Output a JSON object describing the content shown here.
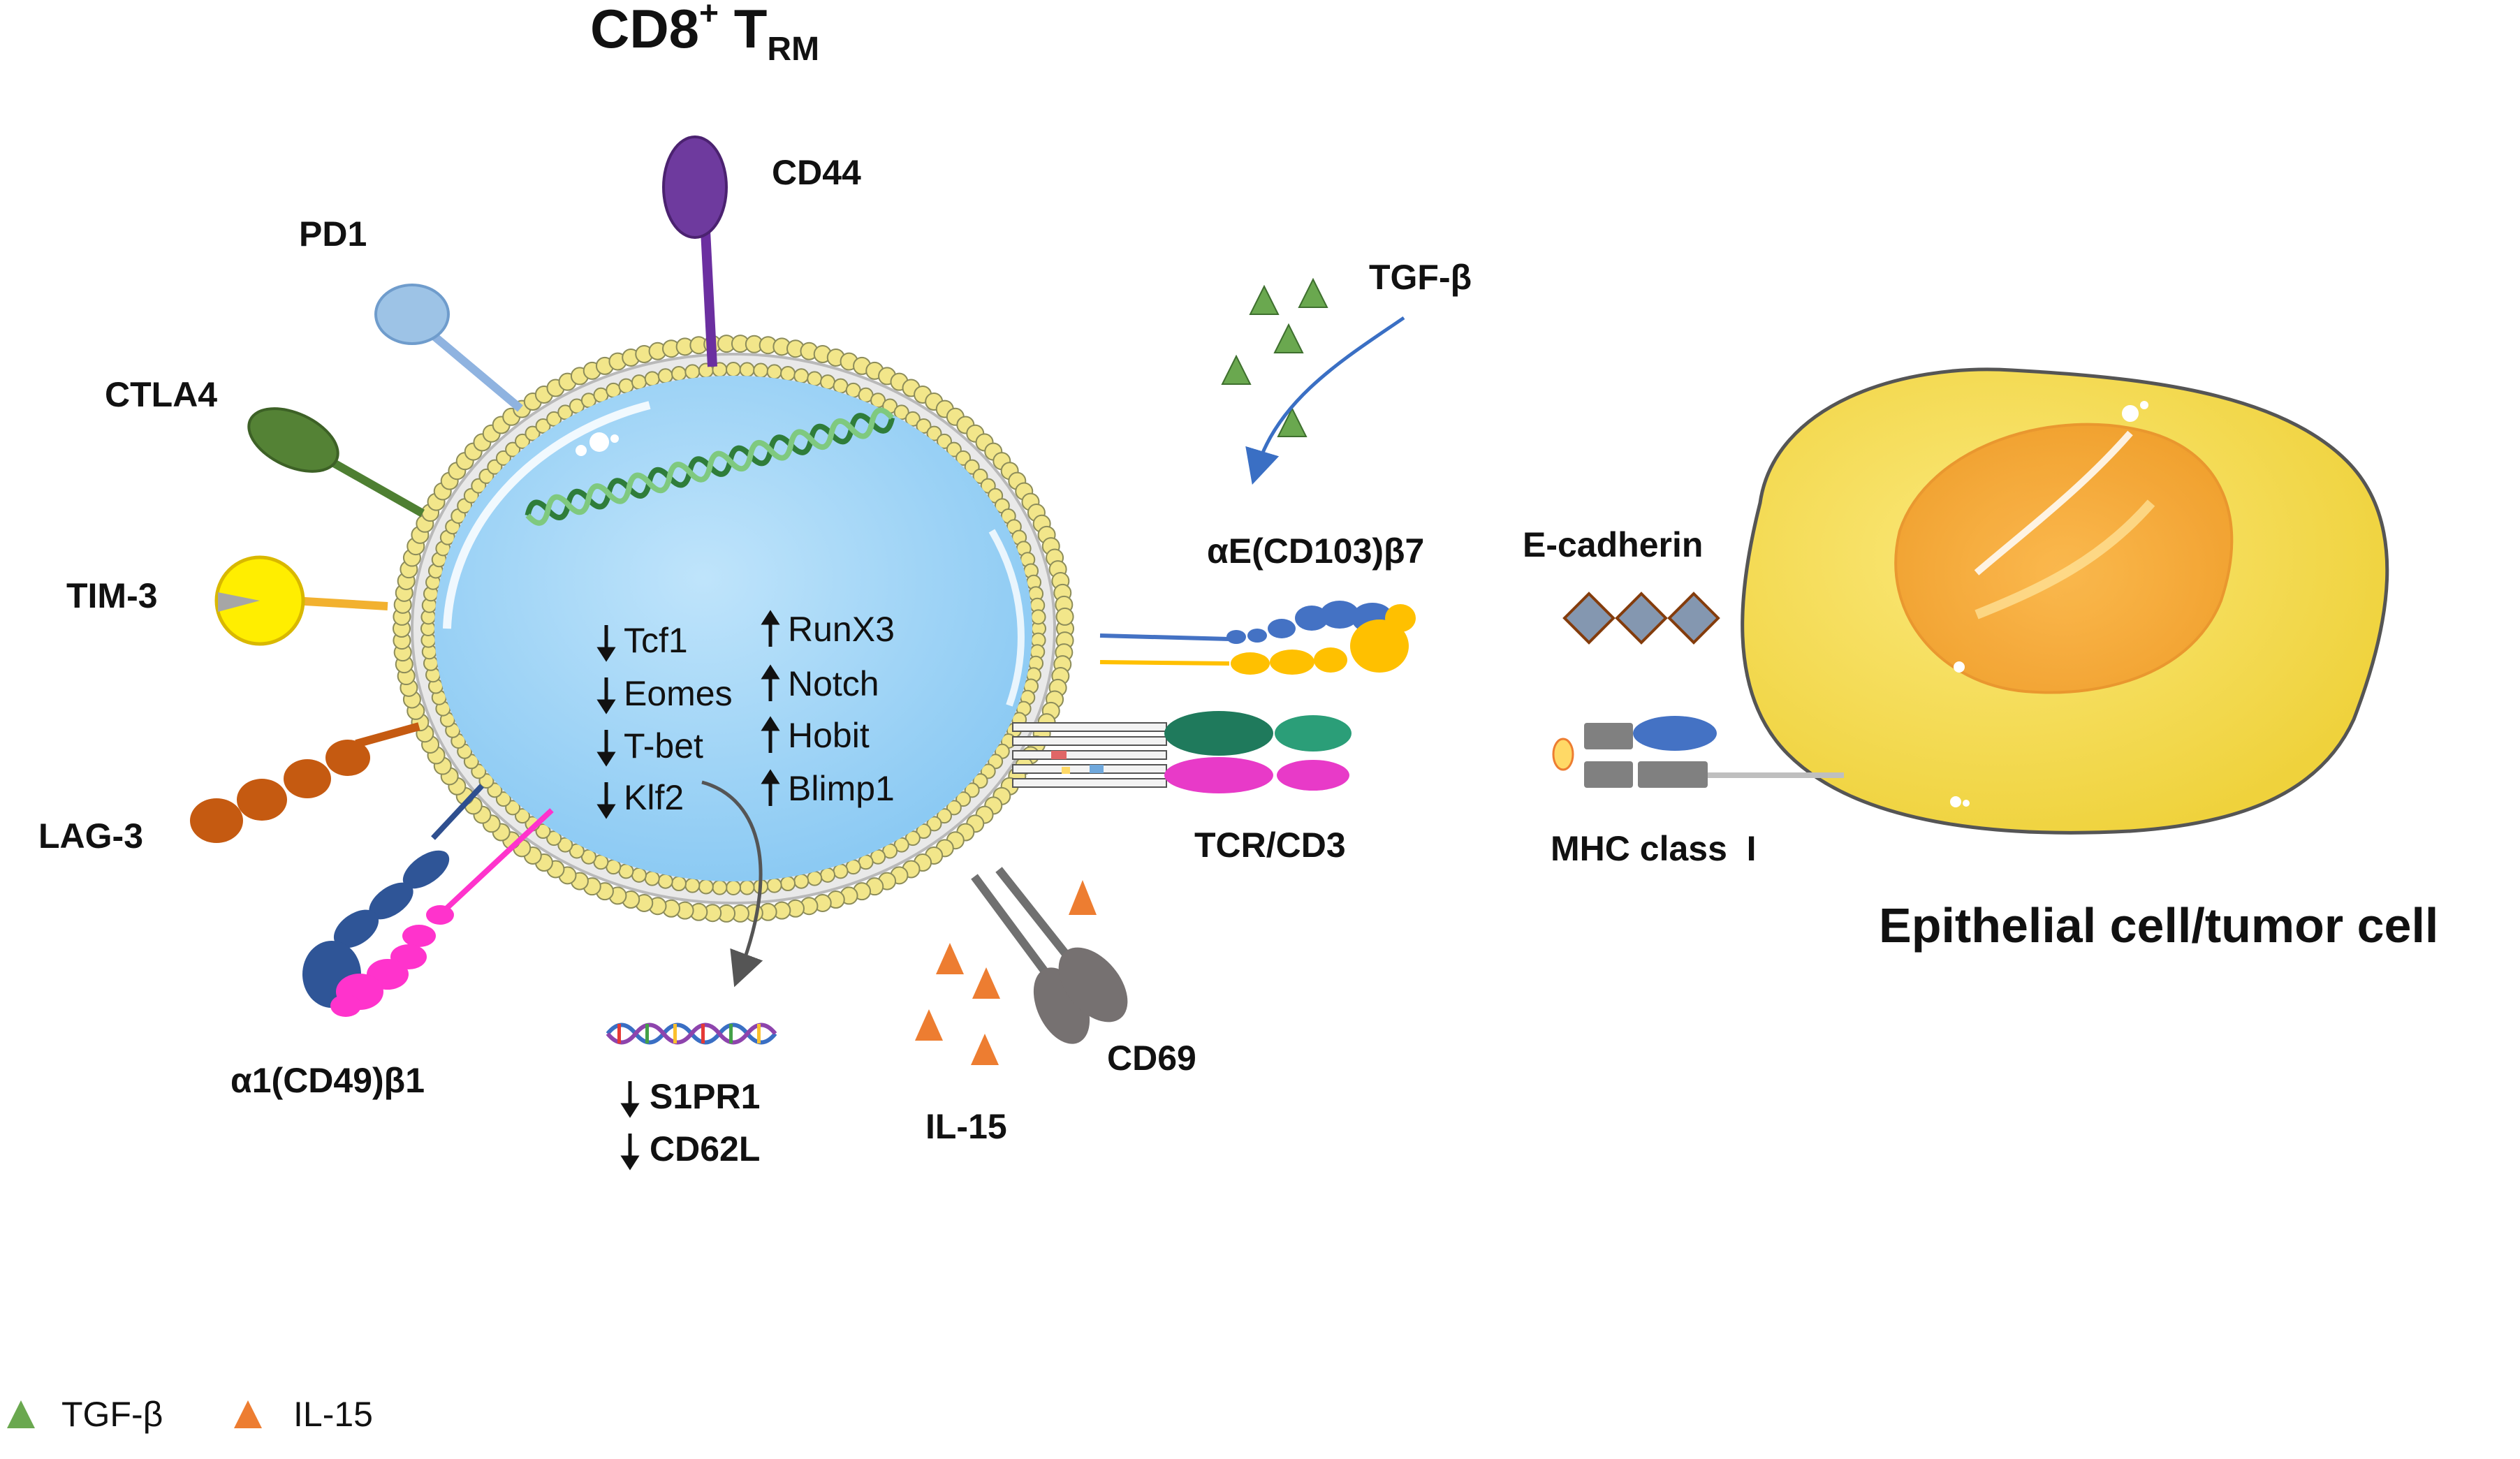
{
  "title": {
    "main": "CD8",
    "sup": "+",
    "t": " T",
    "sub": "RM"
  },
  "receptors": {
    "cd44": "CD44",
    "pd1": "PD1",
    "ctla4": "CTLA4",
    "tim3": "TIM-3",
    "lag3": "LAG-3",
    "integrin_a1b1": "α1(CD49)β1",
    "integrin_aeb7": "αE(CD103)β7",
    "tcr_cd3": "TCR/CD3",
    "cd69": "CD69"
  },
  "cytokines": {
    "tgfb": "TGF-β",
    "il15": "IL-15"
  },
  "transcription": {
    "down": [
      "Tcf1",
      "Eomes",
      "T-bet",
      "Klf2"
    ],
    "up": [
      "RunX3",
      "Notch",
      "Hobit",
      "Blimp1"
    ],
    "targets_down": [
      "S1PR1",
      "CD62L"
    ]
  },
  "epithelial": {
    "ecadherin": "E-cadherin",
    "mhc": "MHC class  I",
    "title": "Epithelial cell/tumor cell"
  },
  "legend": [
    {
      "label": "TGF-β",
      "color": "#6aa84f"
    },
    {
      "label": "IL-15",
      "color": "#ed7d31"
    }
  ],
  "colors": {
    "cell_fill": "#9fd3f7",
    "membrane_head": "#f2e68a",
    "tgfb": "#6aa84f",
    "il15": "#ed7d31",
    "epithelial_fill": "#f5dc4a"
  }
}
